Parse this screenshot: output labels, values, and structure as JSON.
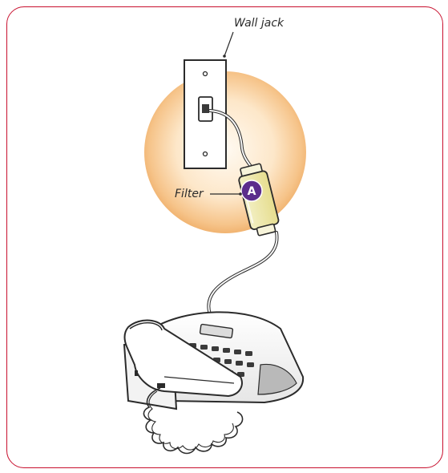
{
  "labels": {
    "wall_jack": "Wall jack",
    "filter": "Filter"
  },
  "badge": {
    "letter": "A",
    "color": "#5b2c8c"
  },
  "colors": {
    "frame_border": "#c8102e",
    "glow_center": "#fff6ea",
    "glow_edge": "#f0b06a"
  }
}
